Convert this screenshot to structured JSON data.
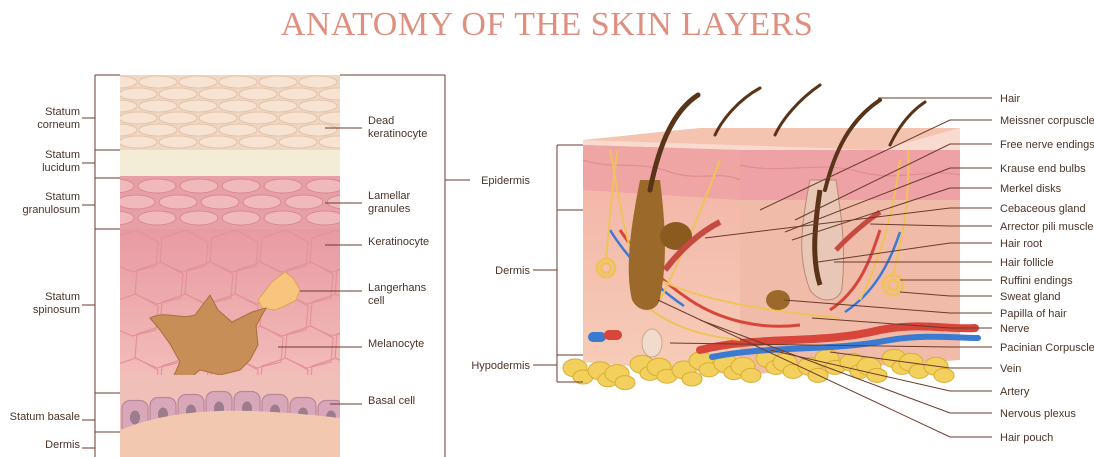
{
  "title": "ANATOMY OF THE SKIN LAYERS",
  "left_layers": [
    {
      "lines": [
        "Statum",
        "corneum"
      ]
    },
    {
      "lines": [
        "Statum",
        "lucidum"
      ]
    },
    {
      "lines": [
        "Statum",
        "granulosum"
      ]
    },
    {
      "lines": [
        "Statum",
        "spinosum"
      ]
    },
    {
      "lines": [
        "Statum basale"
      ]
    },
    {
      "lines": [
        "Dermis"
      ]
    }
  ],
  "cell_labels": [
    {
      "lines": [
        "Dead",
        "keratinocyte"
      ]
    },
    {
      "lines": [
        "Lamellar",
        "granules"
      ]
    },
    {
      "lines": [
        "Keratinocyte"
      ]
    },
    {
      "lines": [
        "Langerhans",
        "cell"
      ]
    },
    {
      "lines": [
        "Melanocyte"
      ]
    },
    {
      "lines": [
        "Basal cell"
      ]
    }
  ],
  "block_layers": [
    "Epidermis",
    "Dermis",
    "Hypodermis"
  ],
  "structures": [
    "Hair",
    "Meissner corpuscle",
    "Free nerve endings",
    "Krause end bulbs",
    "Merkel disks",
    "Cebaceous gland",
    "Arrector pili muscle",
    "Hair root",
    "Hair follicle",
    "Ruffini endings",
    "Sweat gland",
    "Papilla of hair",
    "Nerve",
    "Pacinian Corpuscle",
    "Vein",
    "Artery",
    "Nervous plexus",
    "Hair pouch"
  ],
  "colors": {
    "title": "#e08f7f",
    "line": "#6b3a2a",
    "corneum": "#efd9c4",
    "lucidum": "#f3edd8",
    "granulosum": "#e9a3a8",
    "spinosum": "#f1b7b5",
    "basal": "#d9a6b7",
    "dermis": "#f2c1a8",
    "fat": "#f2cf5a",
    "artery": "#d8453a",
    "vein": "#3a7ad1",
    "nerve": "#f0c35a",
    "hair": "#5a3418"
  }
}
